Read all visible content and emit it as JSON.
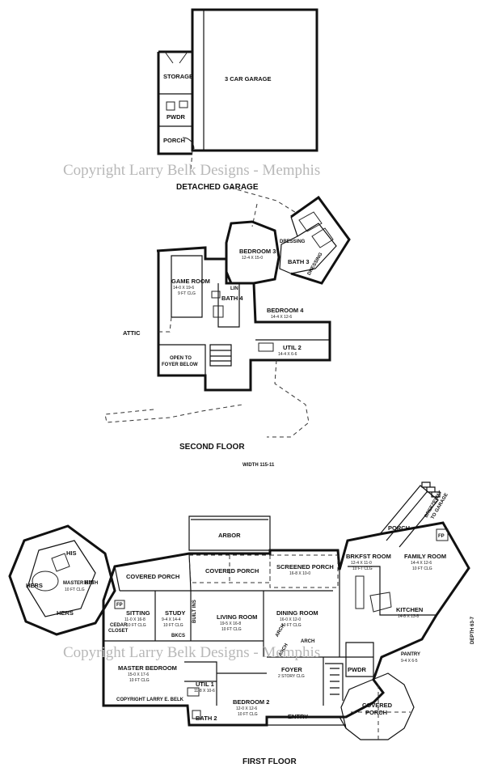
{
  "watermark": "Copyright Larry Belk Designs - Memphis",
  "garage": {
    "title": "DETACHED GARAGE",
    "rooms": [
      {
        "id": "storage",
        "name": "STORAGE",
        "dims": ""
      },
      {
        "id": "garage",
        "name": "3 CAR GARAGE",
        "dims": ""
      },
      {
        "id": "pwdr",
        "name": "PWDR",
        "dims": ""
      },
      {
        "id": "porch",
        "name": "PORCH",
        "dims": ""
      }
    ]
  },
  "second_floor": {
    "title": "SECOND FLOOR",
    "width_note": "WIDTH 115-11",
    "rooms": [
      {
        "id": "bedroom3",
        "name": "BEDROOM 3",
        "dims": "12-4 X 15-0"
      },
      {
        "id": "dressing_a",
        "name": "DRESSING",
        "dims": ""
      },
      {
        "id": "bath3",
        "name": "BATH 3",
        "dims": ""
      },
      {
        "id": "dressing_b",
        "name": "DRESSING",
        "dims": ""
      },
      {
        "id": "game",
        "name": "GAME ROOM",
        "dims": "14-0 X 19-6",
        "ceiling": "9 FT CLG"
      },
      {
        "id": "lin",
        "name": "LIN",
        "dims": ""
      },
      {
        "id": "bath4",
        "name": "BATH 4",
        "dims": ""
      },
      {
        "id": "bedroom4",
        "name": "BEDROOM 4",
        "dims": "14-4 X 12-6"
      },
      {
        "id": "util2",
        "name": "UTIL 2",
        "dims": "14-4 X 6-6"
      },
      {
        "id": "attic",
        "name": "ATTIC",
        "dims": ""
      },
      {
        "id": "open",
        "name": "OPEN TO",
        "dims": "FOYER BELOW"
      }
    ]
  },
  "first_floor": {
    "title": "FIRST FLOOR",
    "depth_note": "DEPTH 63-7",
    "breezeway": [
      "BREEZEWAY",
      "TO GARAGE"
    ],
    "copyright": "COPYRIGHT LARRY E. BELK",
    "rooms": [
      {
        "id": "arbor",
        "name": "ARBOR",
        "dims": ""
      },
      {
        "id": "covered_porch_c",
        "name": "COVERED PORCH",
        "dims": ""
      },
      {
        "id": "covered_porch_l",
        "name": "COVERED PORCH",
        "dims": ""
      },
      {
        "id": "screened",
        "name": "SCREENED PORCH",
        "dims": "16-8 X 10-0"
      },
      {
        "id": "porch",
        "name": "PORCH",
        "dims": ""
      },
      {
        "id": "brkfst",
        "name": "BRKFST ROOM",
        "dims": "12-4 X 11-0",
        "ceiling": "10 FT CLG"
      },
      {
        "id": "family",
        "name": "FAMILY ROOM",
        "dims": "14-4 X 12-6",
        "ceiling": "10 FT CLG"
      },
      {
        "id": "kitchen",
        "name": "KITCHEN",
        "dims": "14-8 X 13-8",
        "ceiling": ""
      },
      {
        "id": "pantry",
        "name": "PANTRY",
        "dims": "9-4 X 6-5"
      },
      {
        "id": "his_top",
        "name": "HIS",
        "dims": ""
      },
      {
        "id": "his_right",
        "name": "HIS",
        "dims": ""
      },
      {
        "id": "hers_left",
        "name": "HERS",
        "dims": ""
      },
      {
        "id": "hers_bottom",
        "name": "HERS",
        "dims": ""
      },
      {
        "id": "master_bath",
        "name": "MASTER BATH",
        "dims": "10 FT CLG"
      },
      {
        "id": "sitting",
        "name": "SITTING",
        "dims": "11-0 X 16-8",
        "ceiling": "10 FT CLG"
      },
      {
        "id": "study",
        "name": "STUDY",
        "dims": "9-4 X 14-4",
        "ceiling": "10 FT CLG"
      },
      {
        "id": "living",
        "name": "LIVING ROOM",
        "dims": "19-5 X 16-8",
        "ceiling": "10 FT CLG"
      },
      {
        "id": "dining",
        "name": "DINING ROOM",
        "dims": "16-0 X 12-0",
        "ceiling": "10 FT CLG"
      },
      {
        "id": "cedar",
        "name": "CEDAR",
        "dims": "CLOSET"
      },
      {
        "id": "master_bed",
        "name": "MASTER BEDROOM",
        "dims": "15-0 X 17-6",
        "ceiling": "10 FT CLG"
      },
      {
        "id": "util1",
        "name": "UTIL 1",
        "dims": "11-8 X 10-6"
      },
      {
        "id": "bath2",
        "name": "BATH 2",
        "dims": ""
      },
      {
        "id": "bedroom2",
        "name": "BEDROOM 2",
        "dims": "12-0 X 12-6",
        "ceiling": "10 FT CLG"
      },
      {
        "id": "foyer",
        "name": "FOYER",
        "dims": "2 STORY CLG"
      },
      {
        "id": "pwdr",
        "name": "PWDR",
        "dims": ""
      },
      {
        "id": "entry",
        "name": "ENTRY",
        "dims": ""
      },
      {
        "id": "covered_front",
        "name": "COVERED",
        "dims": "PORCH"
      }
    ],
    "small_labels": {
      "fp_left": "FP",
      "fp_right": "FP",
      "bkcs": "BKCS",
      "arch1": "ARCH",
      "arch2": "ARCH",
      "arch3": "ARCH",
      "built_ins": "BUILT INS"
    }
  }
}
